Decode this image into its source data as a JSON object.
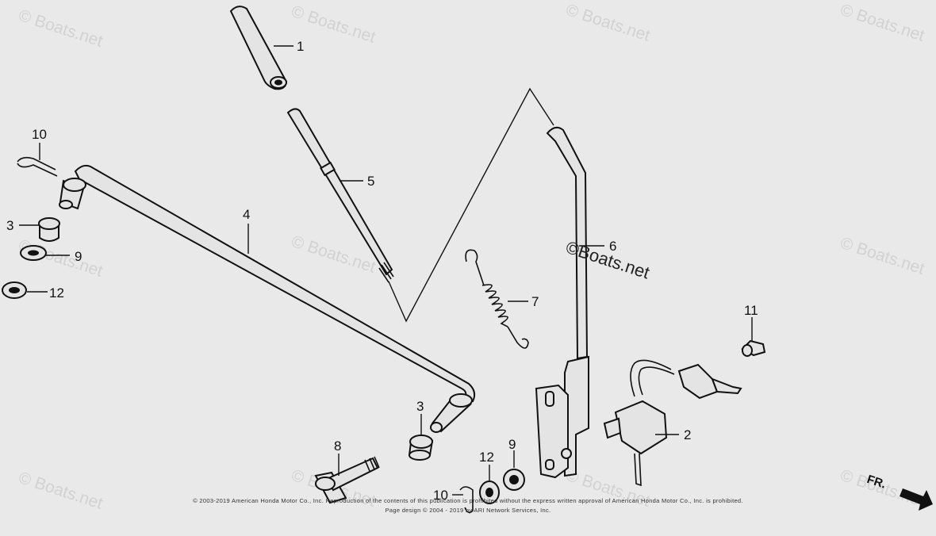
{
  "watermark_text": "© Boats.net",
  "center_watermark": "©Boats.net",
  "front_label": "FR.",
  "callouts": {
    "c1": "1",
    "c2": "2",
    "c3a": "3",
    "c3b": "3",
    "c4": "4",
    "c5": "5",
    "c6": "6",
    "c7": "7",
    "c8": "8",
    "c9a": "9",
    "c9b": "9",
    "c10a": "10",
    "c10b": "10",
    "c11": "11",
    "c12a": "12",
    "c12b": "12"
  },
  "footer": {
    "copyright": "© 2003-2019 American Honda Motor Co., Inc. Reproduction of the contents of this publication is prohibited without the express written approval of American Honda Motor Co., Inc. is prohibited.",
    "page_design": "Page design © 2004 - 2019 by ARI Network Services, Inc."
  },
  "colors": {
    "background": "#e9e9e9",
    "line": "#111111",
    "watermark": "#d2d2d2"
  }
}
